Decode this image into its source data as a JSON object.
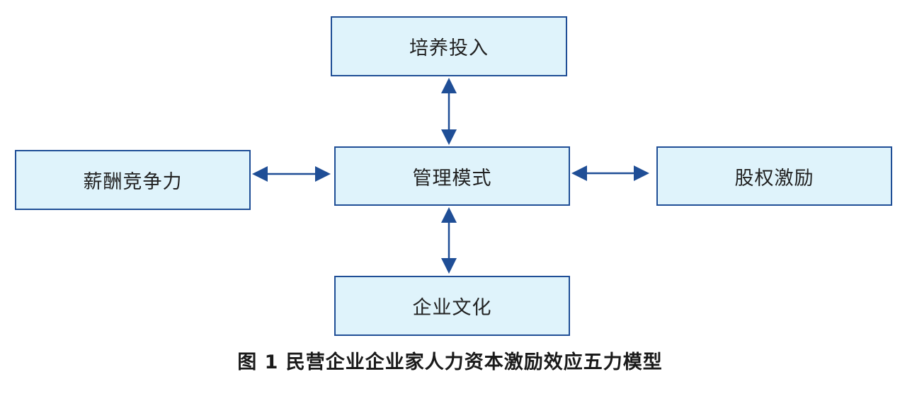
{
  "diagram": {
    "nodes": {
      "top": "培养投入",
      "left": "薪酬竞争力",
      "center": "管理模式",
      "right": "股权激励",
      "bottom": "企业文化"
    },
    "caption": "图 1  民营企业企业家人力资本激励效应五力模型",
    "colors": {
      "box_fill": "#dff3fb",
      "box_border": "#1f4e96",
      "arrow": "#1f4e96"
    }
  }
}
